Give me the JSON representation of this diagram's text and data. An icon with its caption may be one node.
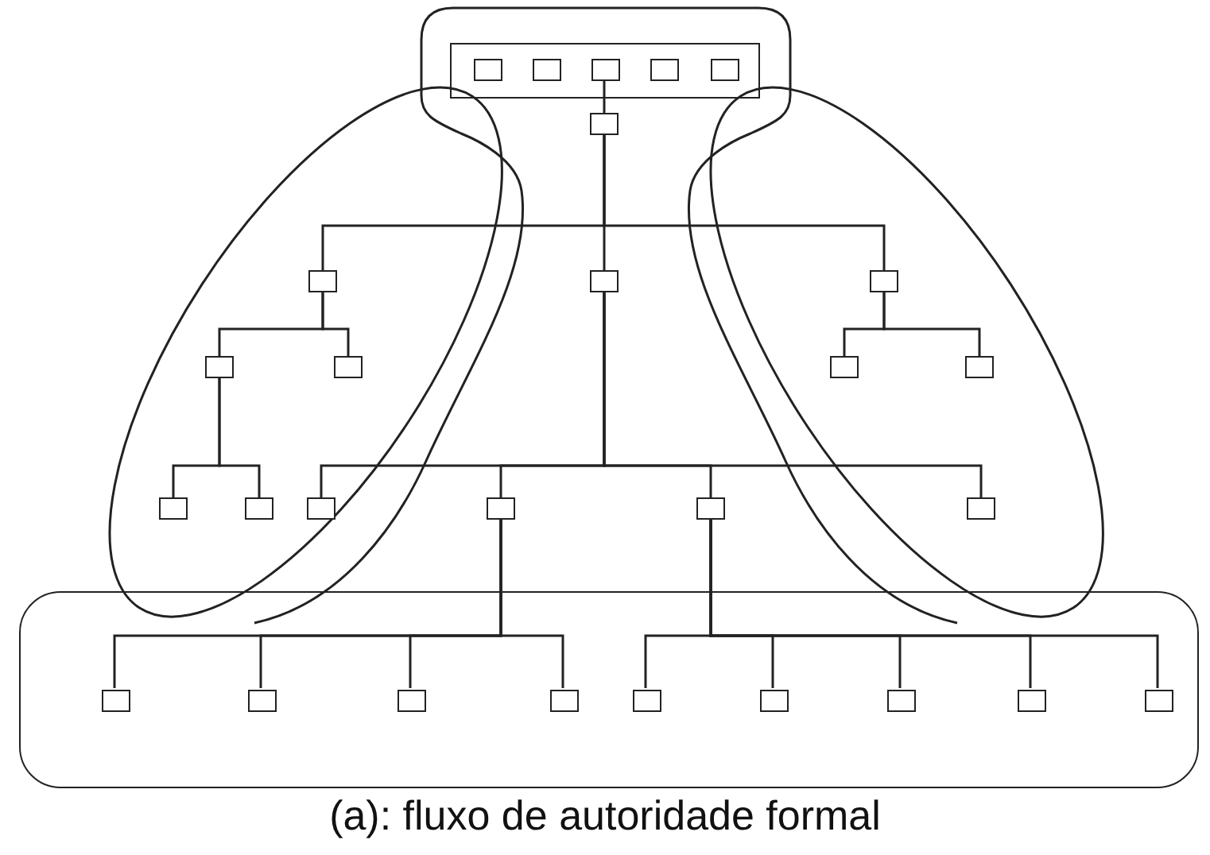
{
  "diagram": {
    "caption": "(a): fluxo de autoridade formal",
    "nodes": [
      {
        "text": [],
        "shape": "box"
      },
      {
        "text": [],
        "shape": "box",
        "in": 0
      },
      {
        "text": [],
        "shape": "box",
        "in": 1
      },
      {
        "text": [],
        "shape": "box",
        "in": 1
      },
      {
        "text": [],
        "shape": "box",
        "in": 1
      },
      {
        "text": [],
        "shape": "box",
        "in": 1
      },
      {
        "text": [],
        "shape": "box",
        "in": 1
      },
      {
        "text": [],
        "shape": "box",
        "in": 0
      },
      {
        "text": [],
        "shape": "ellipse"
      },
      {
        "text": [],
        "shape": "box"
      },
      {
        "text": [],
        "shape": "box",
        "in": 8
      },
      {
        "text": [],
        "shape": "box"
      },
      {
        "text": [],
        "shape": "box",
        "in": 8
      },
      {
        "text": [],
        "shape": "box",
        "in": 8
      },
      {
        "text": [],
        "shape": "box",
        "in": 0
      },
      {
        "text": [],
        "shape": "ellipse"
      },
      {
        "text": [],
        "shape": "box"
      },
      {
        "text": [],
        "shape": "box"
      },
      {
        "text": [],
        "shape": "box",
        "in": 15
      },
      {
        "text": [],
        "shape": "box"
      },
      {
        "text": [],
        "shape": "box",
        "in": 0
      },
      {
        "text": [],
        "shape": "box",
        "in": 0
      },
      {
        "text": [],
        "shape": "box",
        "in": 15
      },
      {
        "text": [],
        "shape": "box"
      },
      {
        "text": [],
        "shape": "box",
        "in": 23
      },
      {
        "text": [],
        "shape": "box",
        "in": 23
      },
      {
        "text": [],
        "shape": "box",
        "in": 23
      },
      {
        "text": [],
        "shape": "box",
        "in": 23
      },
      {
        "text": [],
        "shape": "box",
        "in": 23
      },
      {
        "text": [],
        "shape": "box",
        "in": 23
      },
      {
        "text": [],
        "shape": "box",
        "in": 23
      },
      {
        "text": [],
        "shape": "box",
        "in": 23
      },
      {
        "text": [],
        "shape": "box",
        "in": 23
      }
    ],
    "edges": [
      {
        "from": 4,
        "to": 7,
        "arrow": "none"
      },
      {
        "from": 7,
        "to": 9,
        "arrow": "none"
      },
      {
        "from": 7,
        "to": 14,
        "arrow": "none"
      },
      {
        "from": 7,
        "to": 16,
        "arrow": "none"
      },
      {
        "from": 9,
        "to": 10,
        "arrow": "none"
      },
      {
        "from": 9,
        "to": 11,
        "arrow": "none"
      },
      {
        "from": 10,
        "to": 12,
        "arrow": "none"
      },
      {
        "from": 10,
        "to": 13,
        "arrow": "none"
      },
      {
        "from": 16,
        "to": 17,
        "arrow": "none"
      },
      {
        "from": 16,
        "to": 18,
        "arrow": "none"
      },
      {
        "from": 14,
        "to": 19,
        "arrow": "none"
      },
      {
        "from": 14,
        "to": 20,
        "arrow": "none"
      },
      {
        "from": 14,
        "to": 21,
        "arrow": "none"
      },
      {
        "from": 14,
        "to": 22,
        "arrow": "none"
      },
      {
        "from": 20,
        "to": 24,
        "arrow": "none"
      },
      {
        "from": 20,
        "to": 25,
        "arrow": "none"
      },
      {
        "from": 20,
        "to": 26,
        "arrow": "none"
      },
      {
        "from": 20,
        "to": 27,
        "arrow": "none"
      },
      {
        "from": 21,
        "to": 28,
        "arrow": "none"
      },
      {
        "from": 21,
        "to": 29,
        "arrow": "none"
      },
      {
        "from": 21,
        "to": 30,
        "arrow": "none"
      },
      {
        "from": 21,
        "to": 31,
        "arrow": "none"
      },
      {
        "from": 21,
        "to": 32,
        "arrow": "none"
      }
    ]
  }
}
